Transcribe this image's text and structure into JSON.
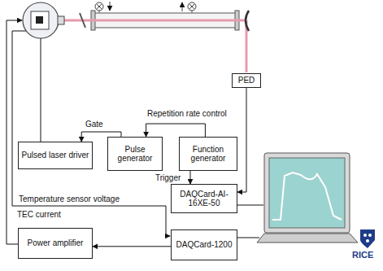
{
  "diagram": {
    "nodes": [
      {
        "text": [
          "PED"
        ]
      },
      {
        "text": [
          "Pulsed laser driver"
        ]
      },
      {
        "text": [
          "Pulse generator"
        ]
      },
      {
        "text": [
          "Function generator"
        ]
      },
      {
        "text": [
          "DAQCard-AI-16XE-50"
        ]
      },
      {
        "text": [
          "Power amplifier"
        ]
      },
      {
        "text": [
          "DAQCard-1200"
        ]
      }
    ],
    "edges": [
      {
        "from": 3,
        "to": 2,
        "label": "Repetition rate control",
        "arrow": "to"
      },
      {
        "from": 2,
        "to": 1,
        "label": "Gate",
        "arrow": "to"
      },
      {
        "from": 3,
        "to": 4,
        "label": "Trigger",
        "arrow": "to"
      },
      {
        "from": 0,
        "to": 4,
        "arrow": "to"
      },
      {
        "from": 6,
        "to": 5,
        "arrow": "to"
      }
    ],
    "labels": [
      "Temperature sensor voltage",
      "TEC current",
      "RICE"
    ]
  }
}
